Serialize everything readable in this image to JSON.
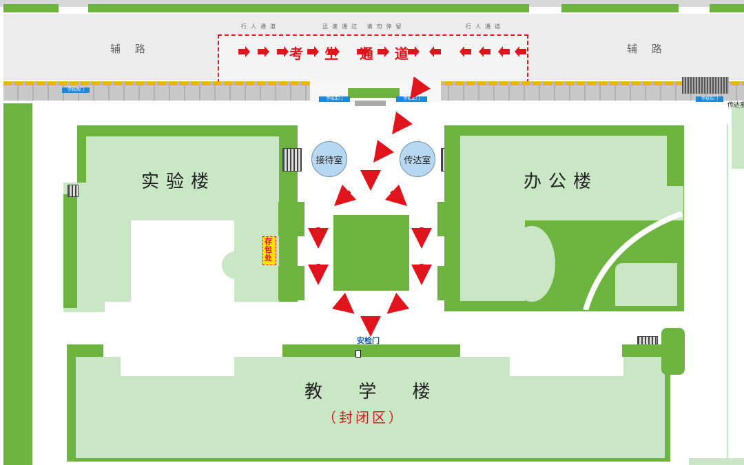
{
  "top_lane": {
    "label": "行人通道",
    "label_right": "行人通道",
    "slow_text": "迅速通过 请勿停留"
  },
  "side_roads": {
    "left": "辅 路",
    "right": "辅 路"
  },
  "exam_lane": {
    "label": "考 生 通 道"
  },
  "gates": {
    "west": "学校西门",
    "main_left": "学校正门",
    "main_right": "学校正门",
    "east": "学校东门"
  },
  "rooms": {
    "reception": "接待室",
    "guard": "传达室",
    "guard_far": "传达室"
  },
  "buildings": {
    "lab": "实验楼",
    "office": "办公楼",
    "teaching": "教 学 楼",
    "closed": "（封闭区）"
  },
  "storage": {
    "label": "存包处"
  },
  "checkpoint": {
    "label": "安检门"
  },
  "colors": {
    "green": "#6db33f",
    "light_green": "#c9e6c5",
    "road": "#ececec",
    "arrow": "#e0141c",
    "gate_blue": "#1e88d8"
  }
}
